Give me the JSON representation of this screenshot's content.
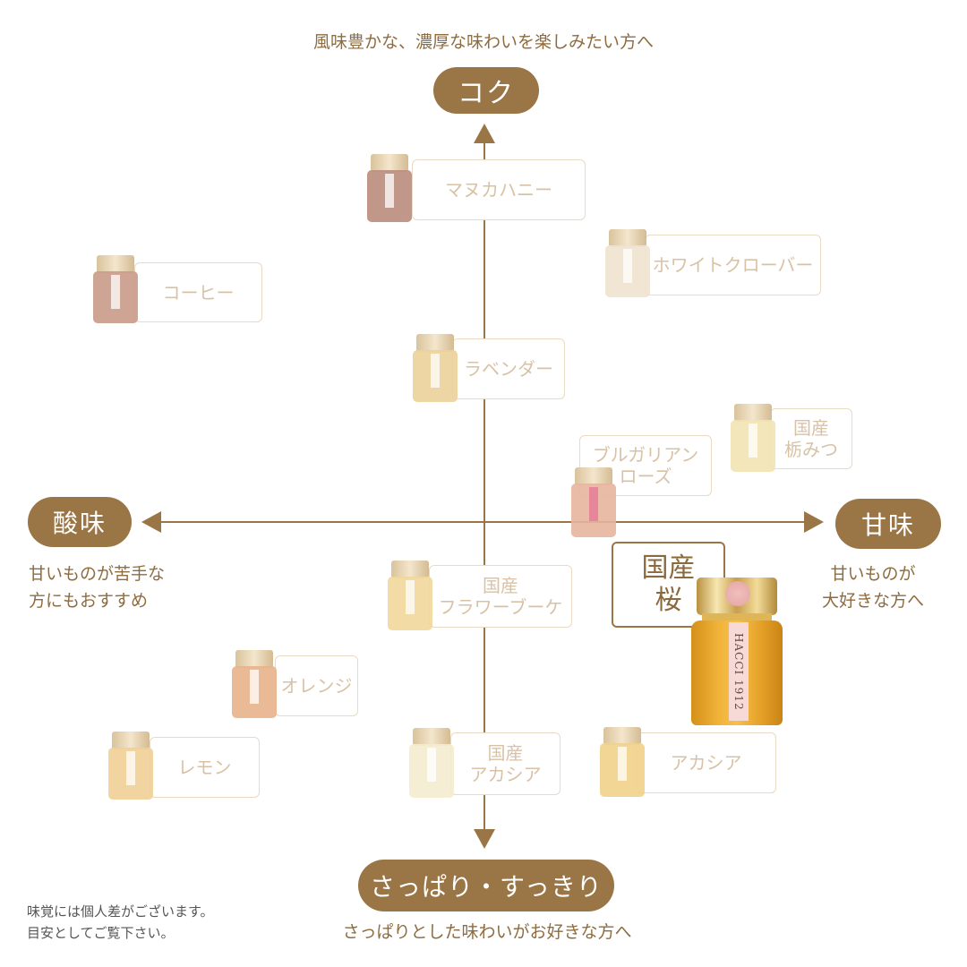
{
  "axes": {
    "top": {
      "label": "コク",
      "caption": "風味豊かな、濃厚な味わいを楽しみたい方へ"
    },
    "bottom": {
      "label": "さっぱり・すっきり",
      "caption": "さっぱりとした味わいがお好きな方へ"
    },
    "left": {
      "label": "酸味",
      "caption_line1": "甘いものが苦手な",
      "caption_line2": "方にもおすすめ"
    },
    "right": {
      "label": "甘味",
      "caption_line1": "甘いものが",
      "caption_line2": "大好きな方へ"
    }
  },
  "products": [
    {
      "id": "manuka",
      "name": "マヌカハニー",
      "color": "#b98c7c"
    },
    {
      "id": "coffee",
      "name": "コーヒー",
      "color": "#c99a88"
    },
    {
      "id": "white-clover",
      "name": "ホワイトクローバー",
      "color": "#efe2cf"
    },
    {
      "id": "lavender",
      "name": "ラベンダー",
      "color": "#ecd29a"
    },
    {
      "id": "tochi",
      "name_line1": "国産",
      "name_line2": "栃みつ",
      "color": "#f1e3b2"
    },
    {
      "id": "bulgarian-rose",
      "name_line1": "ブルガリアン",
      "name_line2": "ローズ",
      "color": "#e7b59f"
    },
    {
      "id": "flower-bouquet",
      "name_line1": "国産",
      "name_line2": "フラワーブーケ",
      "color": "#f1d79a"
    },
    {
      "id": "orange",
      "name": "オレンジ",
      "color": "#e8b28b"
    },
    {
      "id": "lemon",
      "name": "レモン",
      "color": "#f0cf96"
    },
    {
      "id": "acacia-jp",
      "name_line1": "国産",
      "name_line2": "アカシア",
      "color": "#f4ecd0"
    },
    {
      "id": "acacia",
      "name": "アカシア",
      "color": "#f0d189"
    }
  ],
  "featured": {
    "name_line1": "国産",
    "name_line2": "桜",
    "jar_label": "HACCI 1912",
    "honey_color": "#e9a92a"
  },
  "note": {
    "line1": "味覚には個人差がございます。",
    "line2": "目安としてご覧下さい。"
  },
  "colors": {
    "accent": "#9a7545",
    "card_border": "#ead9c3",
    "card_text": "#d8c2a6"
  }
}
